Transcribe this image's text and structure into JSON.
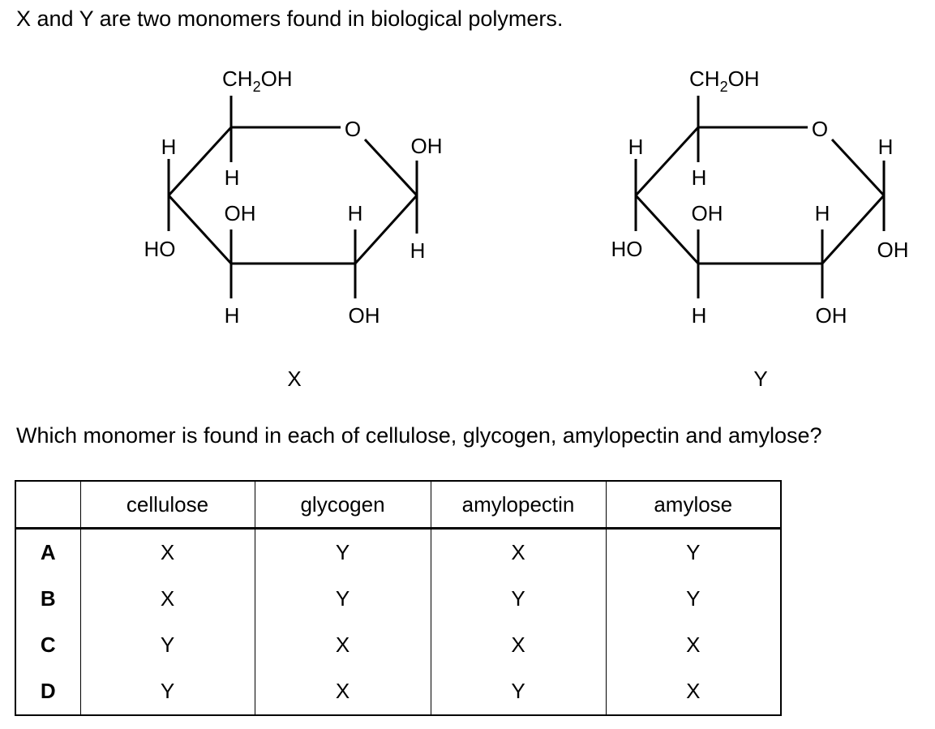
{
  "intro": "X and Y are two monomers found in biological polymers.",
  "question": "Which monomer is found in each of cellulose, glycogen, amylopectin and amylose?",
  "structures": [
    {
      "label": "X",
      "ch2oh_main": "CH",
      "ch2oh_sub": "2",
      "ch2oh_tail": "OH",
      "ring_o": "O",
      "c4_h": "H",
      "c4_ho": "HO",
      "c5_h": "H",
      "c3_oh": "OH",
      "c3_h": "H",
      "c2_h": "H",
      "c2_oh": "OH",
      "c1_top": "OH",
      "c1_bottom": "H"
    },
    {
      "label": "Y",
      "ch2oh_main": "CH",
      "ch2oh_sub": "2",
      "ch2oh_tail": "OH",
      "ring_o": "O",
      "c4_h": "H",
      "c4_ho": "HO",
      "c5_h": "H",
      "c3_oh": "OH",
      "c3_h": "H",
      "c2_h": "H",
      "c2_oh": "OH",
      "c1_top": "H",
      "c1_bottom": "OH"
    }
  ],
  "table": {
    "headers": [
      "",
      "cellulose",
      "glycogen",
      "amylopectin",
      "amylose"
    ],
    "rows": [
      {
        "option": "A",
        "cells": [
          "X",
          "Y",
          "X",
          "Y"
        ]
      },
      {
        "option": "B",
        "cells": [
          "X",
          "Y",
          "Y",
          "Y"
        ]
      },
      {
        "option": "C",
        "cells": [
          "Y",
          "X",
          "X",
          "X"
        ]
      },
      {
        "option": "D",
        "cells": [
          "Y",
          "X",
          "Y",
          "X"
        ]
      }
    ]
  }
}
